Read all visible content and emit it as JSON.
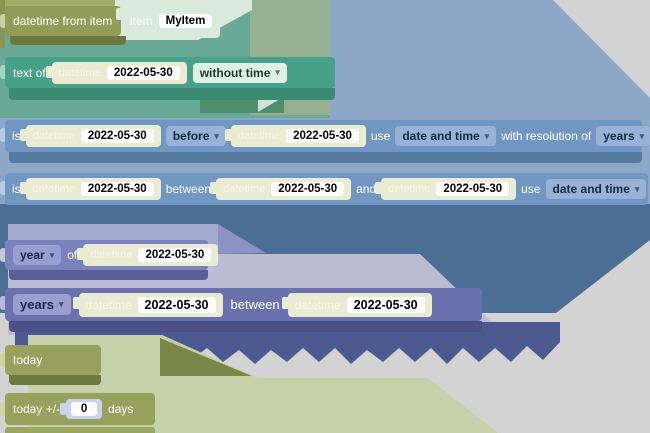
{
  "colors": {
    "page_background": "#d3d3d3",
    "olive_block": "#919c58",
    "teal_block": "#47a189",
    "blue_block": "#7096c1",
    "purple_block": "#7b82bb",
    "dark_purple_block": "#6a71ad",
    "cream_datetime_block": "#e9ecd2",
    "giant_blue_background": "#8ca7c7",
    "giant_steel_background": "#4b6f94",
    "giant_indigo_background": "#4d5a92",
    "giant_teal_background": "#68aa95",
    "giant_lavender_background": "#b9bcd2"
  },
  "icons": {
    "dropdown_arrow": "▾"
  },
  "blocks": {
    "datetime_from_item": {
      "label": "datetime from item",
      "item": {
        "label": "item",
        "value": "MyItem"
      }
    },
    "text_of": {
      "label": "text of",
      "dt": {
        "label": "datetime",
        "value": "2022-05-30"
      },
      "format": "without time"
    },
    "is_before": {
      "label": "is",
      "dt1": {
        "label": "datetime",
        "value": "2022-05-30"
      },
      "operator": "before",
      "dt2": {
        "label": "datetime",
        "value": "2022-05-30"
      },
      "use_label": "use",
      "use_value": "date and time",
      "resolution_label": "with resolution of",
      "resolution_value": "years"
    },
    "is_between": {
      "label": "is",
      "dt1": {
        "label": "datetime",
        "value": "2022-05-30"
      },
      "between_label": "between",
      "dt2": {
        "label": "datetime",
        "value": "2022-05-30"
      },
      "and_label": "and",
      "dt3": {
        "label": "datetime",
        "value": "2022-05-30"
      },
      "use_label": "use",
      "use_value": "date and time"
    },
    "year_of": {
      "unit": "year",
      "of_label": "of",
      "dt": {
        "label": "datetime",
        "value": "2022-05-30"
      }
    },
    "years_between": {
      "unit": "years",
      "dt1": {
        "label": "datetime",
        "value": "2022-05-30"
      },
      "between_label": "between",
      "dt2": {
        "label": "datetime",
        "value": "2022-05-30"
      }
    },
    "today": {
      "label": "today"
    },
    "today_plus_minus": {
      "label": "today +/-",
      "value": "0",
      "suffix": "days"
    }
  }
}
